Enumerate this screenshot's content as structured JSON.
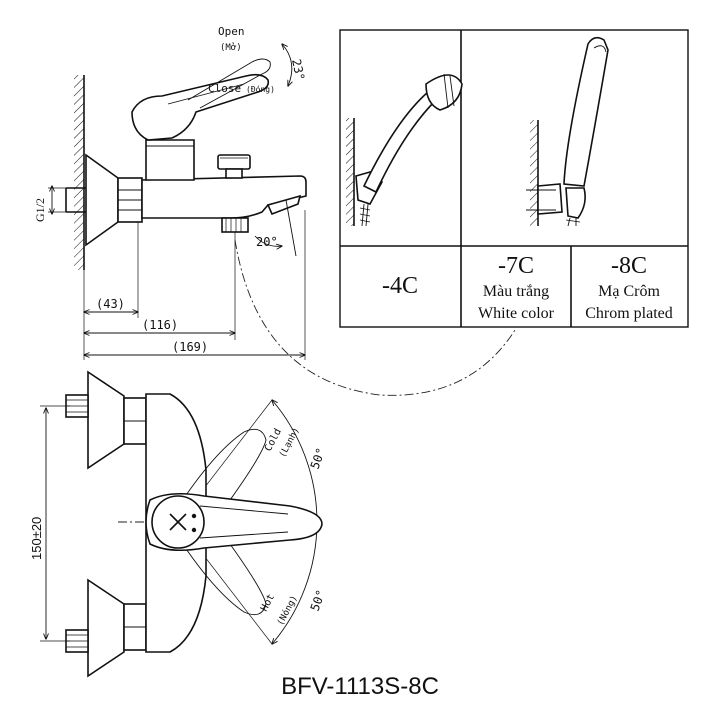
{
  "model": "BFV-1113S-8C",
  "lever": {
    "open": "Open",
    "open_vi": "(Mở)",
    "close": "Close",
    "close_vi": "(Đóng)",
    "angle": "23°"
  },
  "spout_angle": "20°",
  "thread": "G1/2",
  "side_dims": {
    "d1": "(43)",
    "d2": "(116)",
    "d3": "(169)"
  },
  "variants": [
    {
      "code": "-4C",
      "name_vi": "",
      "name_en": ""
    },
    {
      "code": "-7C",
      "name_vi": "Màu trắng",
      "name_en": "White color"
    },
    {
      "code": "-8C",
      "name_vi": "Mạ Crôm",
      "name_en": "Chrom plated"
    }
  ],
  "top_view": {
    "cold": "Cold",
    "cold_vi": "(Lạnh)",
    "hot": "Hot",
    "hot_vi": "(Nóng)",
    "cold_angle": "50°",
    "hot_angle": "50°",
    "center_distance": "150±20"
  }
}
